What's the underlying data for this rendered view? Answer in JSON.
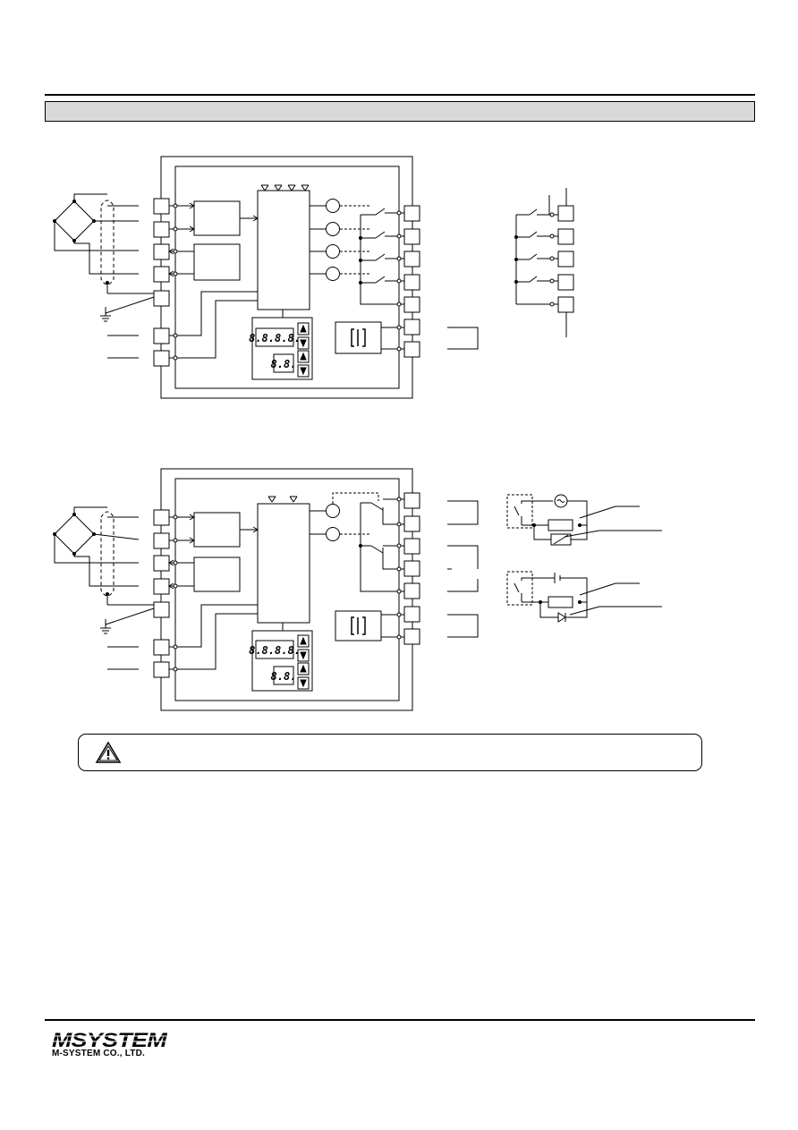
{
  "section": {
    "title": ""
  },
  "display": {
    "upper_digits_1": "8.8.8.8.",
    "lower_digits_1": "8.8.",
    "upper_digits_2": "8.8.8.8.",
    "lower_digits_2": "8.8."
  },
  "caution": {
    "text": ""
  },
  "footer": {
    "logo_text": "MSYSTEM",
    "company": "M-SYSTEM CO., LTD."
  },
  "colors": {
    "line": "#000000",
    "bar": "#d9d9d9"
  }
}
